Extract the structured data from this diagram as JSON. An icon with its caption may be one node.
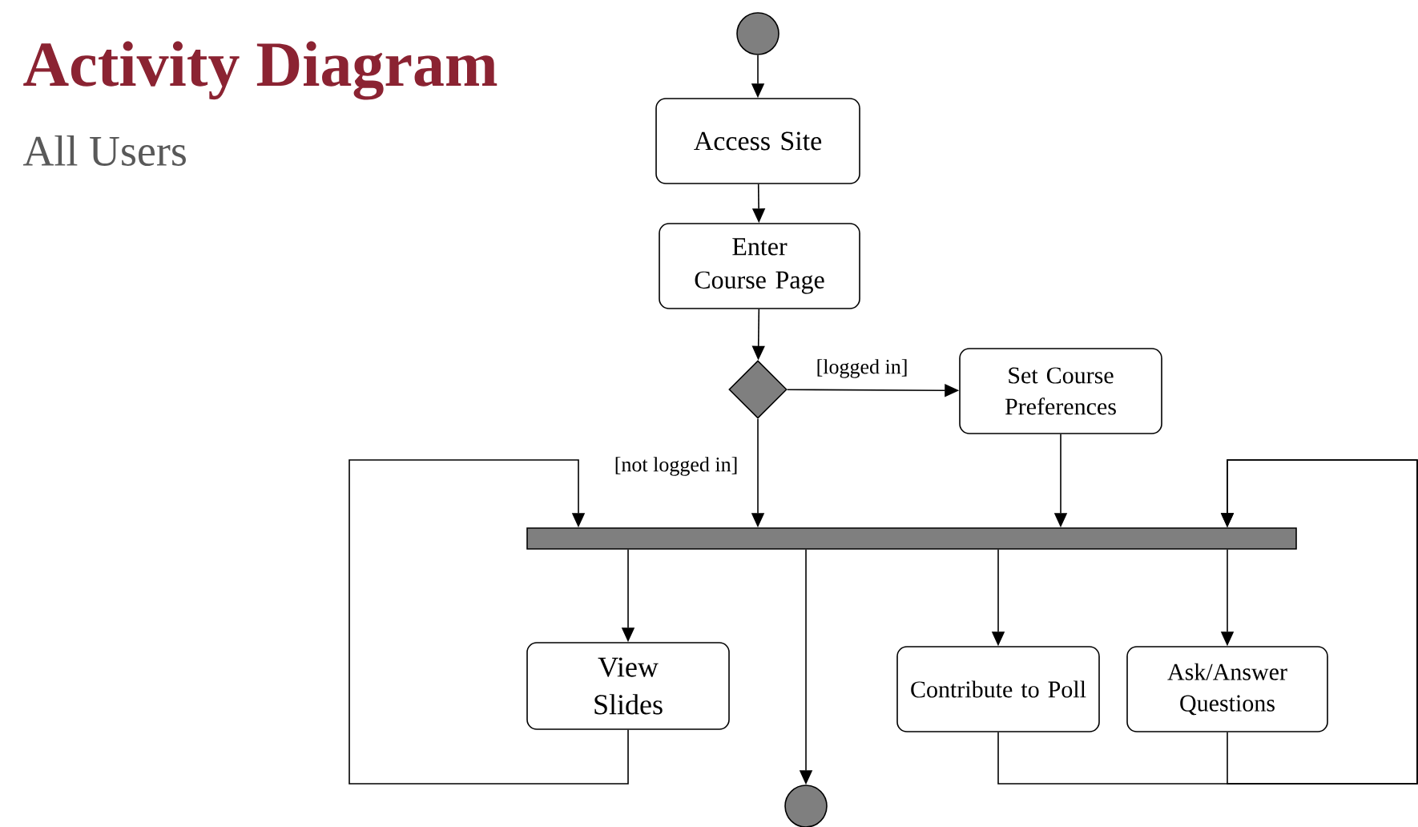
{
  "diagram": {
    "title": "Activity Diagram",
    "nodes": [
      {
        "text": [],
        "shape": "circle"
      },
      {
        "text": [
          "Access Site"
        ]
      },
      {
        "text": [
          "Enter Course Page"
        ]
      },
      {
        "text": [],
        "shape": "diamond"
      },
      {
        "text": [
          "Set Course Preferences"
        ]
      },
      {
        "text": [],
        "shape": "bar"
      },
      {
        "text": [
          "View Slides"
        ]
      },
      {
        "text": [
          "Contribute to Poll"
        ]
      },
      {
        "text": [
          "Ask/Answer Questions"
        ]
      },
      {
        "text": [],
        "shape": "circle"
      }
    ],
    "edges": [
      {
        "from": 0,
        "to": 1,
        "arrow": "to"
      },
      {
        "from": 1,
        "to": 2,
        "arrow": "to"
      },
      {
        "from": 2,
        "to": 3,
        "arrow": "to"
      },
      {
        "from": 3,
        "to": 4,
        "arrow": "to",
        "label": "[logged in]"
      },
      {
        "from": 3,
        "to": 5,
        "arrow": "to",
        "label": "[not logged in]"
      },
      {
        "from": 4,
        "to": 5,
        "arrow": "to"
      },
      {
        "from": 5,
        "to": 6,
        "arrow": "to"
      },
      {
        "from": 5,
        "to": 9,
        "arrow": "to"
      },
      {
        "from": 5,
        "to": 7,
        "arrow": "to"
      },
      {
        "from": 5,
        "to": 8,
        "arrow": "to"
      },
      {
        "from": 6,
        "to": 5,
        "arrow": "to"
      },
      {
        "from": 7,
        "to": 5,
        "arrow": "to"
      },
      {
        "from": 8,
        "to": 5,
        "arrow": "to"
      }
    ],
    "labels": [
      "All Users"
    ]
  }
}
